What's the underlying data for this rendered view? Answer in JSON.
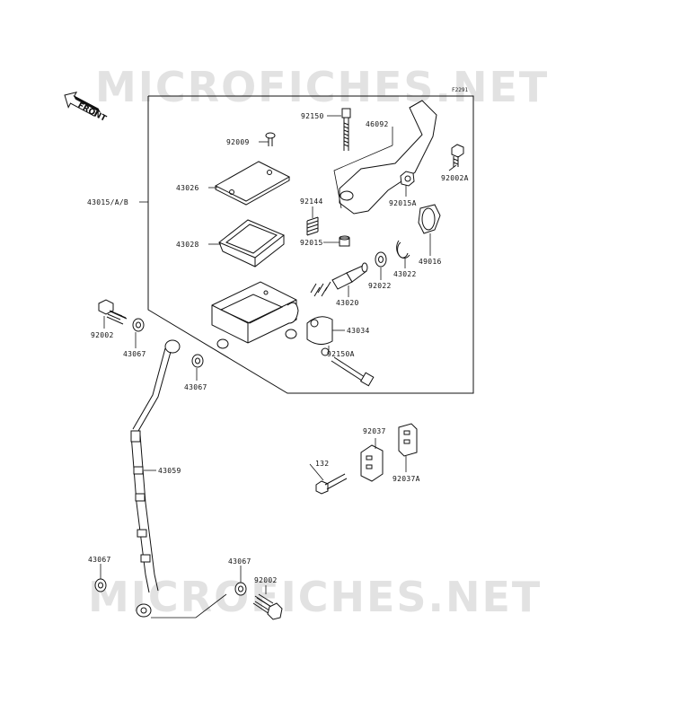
{
  "watermark": {
    "top_text": "MICROFICHES.NET",
    "bottom_text": "MICROFICHES.NET"
  },
  "figure_ref": "F2291",
  "front_label": "FRONT",
  "parts": {
    "p92150": "92150",
    "p46092": "46092",
    "p92009": "92009",
    "p92002A": "92002A",
    "p43026": "43026",
    "p92015A": "92015A",
    "p43015": "43015/A/B",
    "p92144": "92144",
    "p43028": "43028",
    "p92015": "92015",
    "p49016": "49016",
    "p43022": "43022",
    "p92022": "92022",
    "p43020": "43020",
    "p92002_top": "92002",
    "p43034": "43034",
    "p43067_a": "43067",
    "p92150A": "92150A",
    "p43067_b": "43067",
    "p92037": "92037",
    "p132": "132",
    "p43059": "43059",
    "p92037A": "92037A",
    "p43067_c": "43067",
    "p43067_d": "43067",
    "p92002_bottom": "92002"
  }
}
